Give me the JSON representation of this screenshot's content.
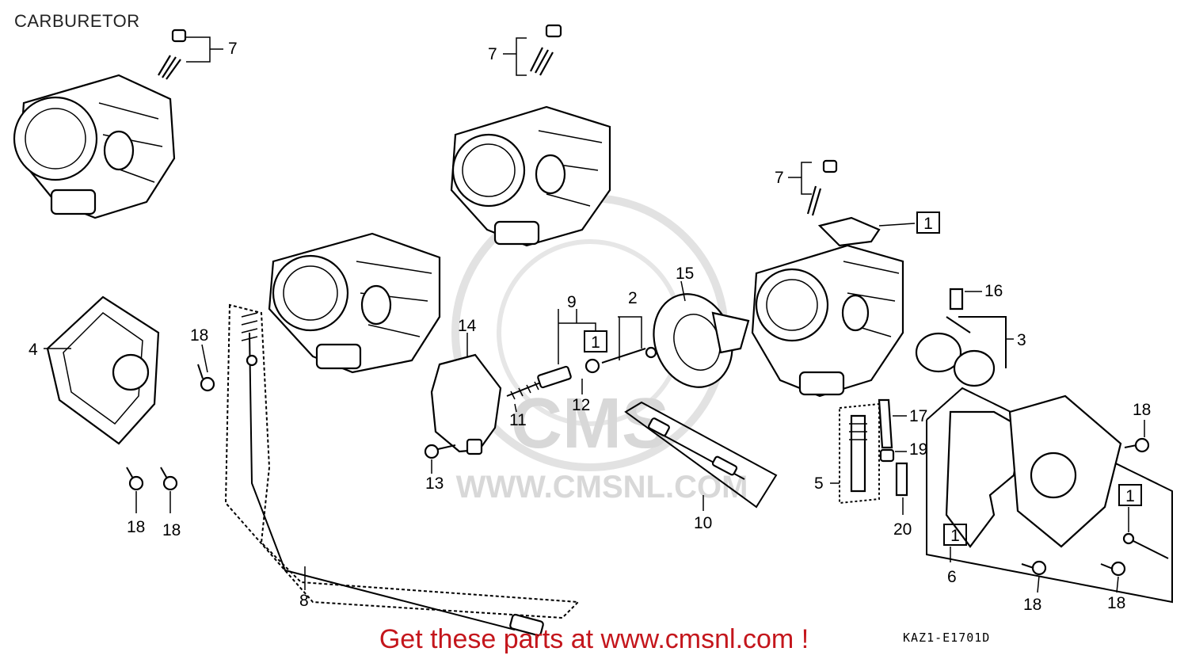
{
  "title": "CARBURETOR",
  "promo": "Get these parts at www.cmsnl.com !",
  "diagram_code": "KAZ1-E1701D",
  "watermark": {
    "logo": "CMS",
    "url": "WWW.CMSNL.COM"
  },
  "callouts": {
    "c1": "1",
    "c2": "2",
    "c3": "3",
    "c4": "4",
    "c5": "5",
    "c6": "6",
    "c7": "7",
    "c8": "8",
    "c9": "9",
    "c10": "10",
    "c11": "11",
    "c12": "12",
    "c13": "13",
    "c14": "14",
    "c15": "15",
    "c16": "16",
    "c17": "17",
    "c18": "18",
    "c19": "19",
    "c20": "20"
  },
  "colors": {
    "promo": "#c4161c",
    "watermark": "#d8d8d8"
  }
}
